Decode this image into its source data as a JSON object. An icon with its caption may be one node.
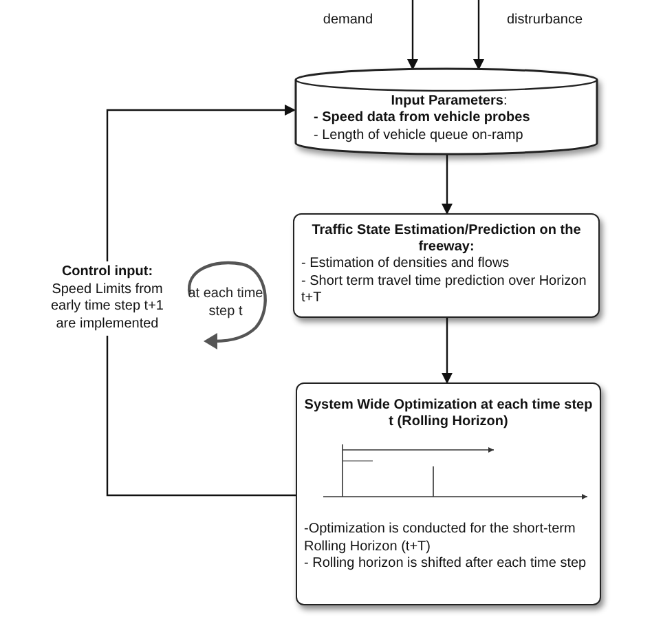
{
  "diagram": {
    "nodes": [
      {
        "text": [
          "**Input Parameters**:",
          "**- Speed data from vehicle probes**",
          "- Length of vehicle queue on-ramp"
        ]
      },
      {
        "text": [
          "Traffic State Estimation/Prediction on the freeway:",
          "- Estimation of densities and flows",
          "- Short term travel time prediction over Horizon t+T"
        ]
      },
      {
        "text": [
          "System Wide Optimization at each time step t  (Rolling Horizon)",
          "-Optimization is conducted for the short-term Rolling Horizon (t+T)",
          "- Rolling horizon is shifted after each time step"
        ]
      }
    ],
    "edges": [
      {
        "from": null,
        "to": 0,
        "arrow": "to",
        "label": "demand"
      },
      {
        "from": null,
        "to": 0,
        "arrow": "to",
        "label": "distrurbance"
      },
      {
        "from": 0,
        "to": 1,
        "arrow": "to"
      },
      {
        "from": 1,
        "to": 2,
        "arrow": "to"
      },
      {
        "from": 2,
        "to": 0,
        "arrow": "to",
        "label": "**Control input:** Speed Limits from early time step t+1 are implemented"
      }
    ],
    "labels": [
      "at each time step t"
    ]
  }
}
